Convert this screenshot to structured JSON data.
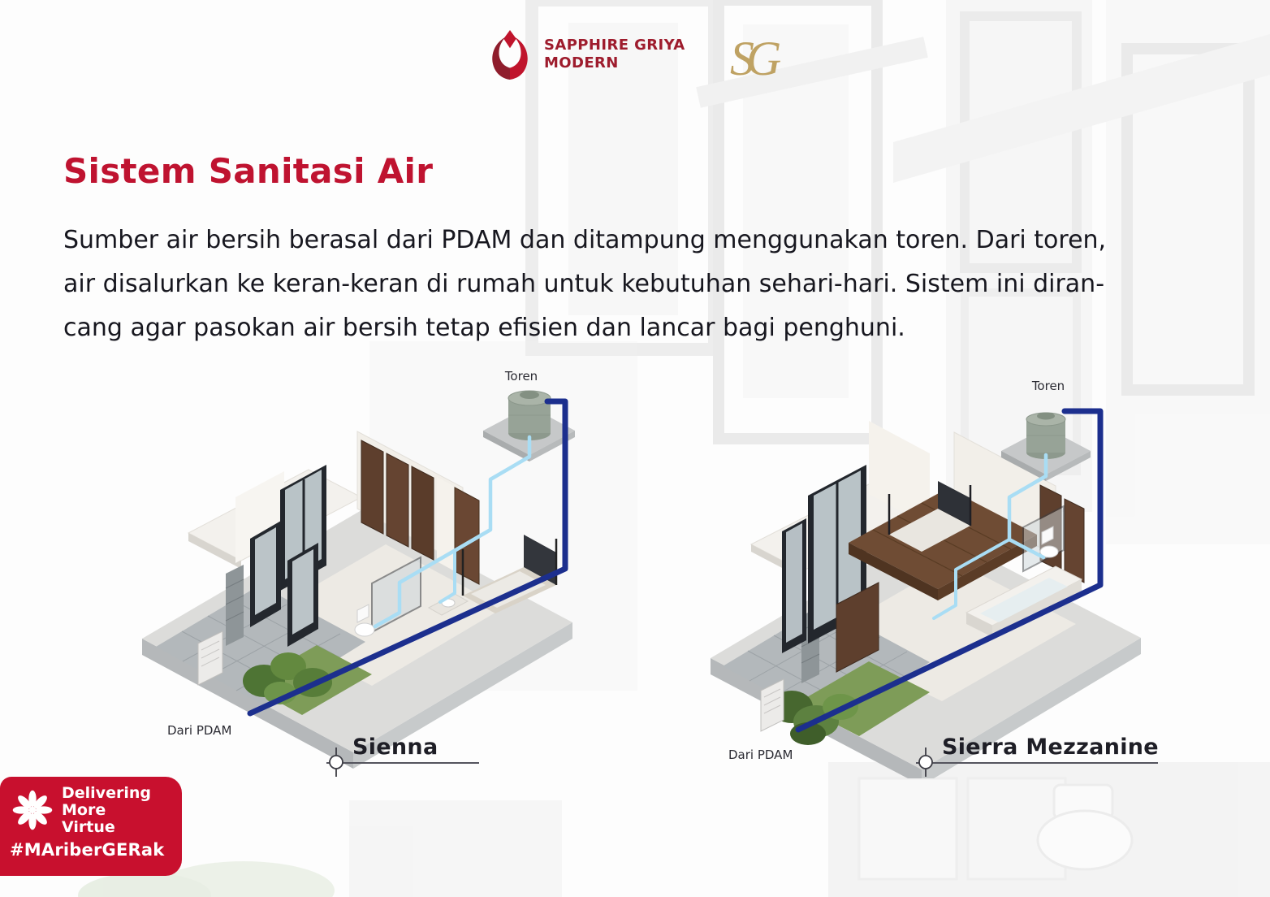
{
  "header": {
    "brand_line1": "SAPPHIRE GRIYA",
    "brand_line2": "MODERN",
    "monogram": "SG"
  },
  "main": {
    "title": "Sistem Sanitasi Air",
    "paragraph_lines": [
      "Sumber air bersih berasal dari PDAM dan ditampung menggunakan toren. Dari toren,",
      "air disalurkan ke keran-keran di rumah untuk kebutuhan sehari-hari. Sistem ini diran-",
      "cang agar pasokan air bersih tetap efisien dan lancar bagi penghuni."
    ]
  },
  "diagrams": [
    {
      "name": "Sienna",
      "toren_label": "Toren",
      "source_label": "Dari PDAM"
    },
    {
      "name": "Sierra Mezzanine",
      "toren_label": "Toren",
      "source_label": "Dari PDAM"
    }
  ],
  "badge": {
    "lines": [
      "Delivering",
      "More",
      "Virtue"
    ],
    "hashtag": "#MAriberGERak"
  },
  "icons": {
    "brand_logo": "sg-flower-icon",
    "monogram": "sg-gold-monogram-icon",
    "caption_marker": "section-marker-icon",
    "badge_icon": "virtue-burst-icon"
  },
  "colors": {
    "title_red": "#BF1330",
    "brand_red": "#9E1C2D",
    "badge_red": "#C8102E",
    "gold": "#BFA263",
    "pipe_dark": "#1C2F8E",
    "pipe_light": "#A9DDF4",
    "tank_green": "#97A397",
    "text_dark": "#17171F"
  }
}
